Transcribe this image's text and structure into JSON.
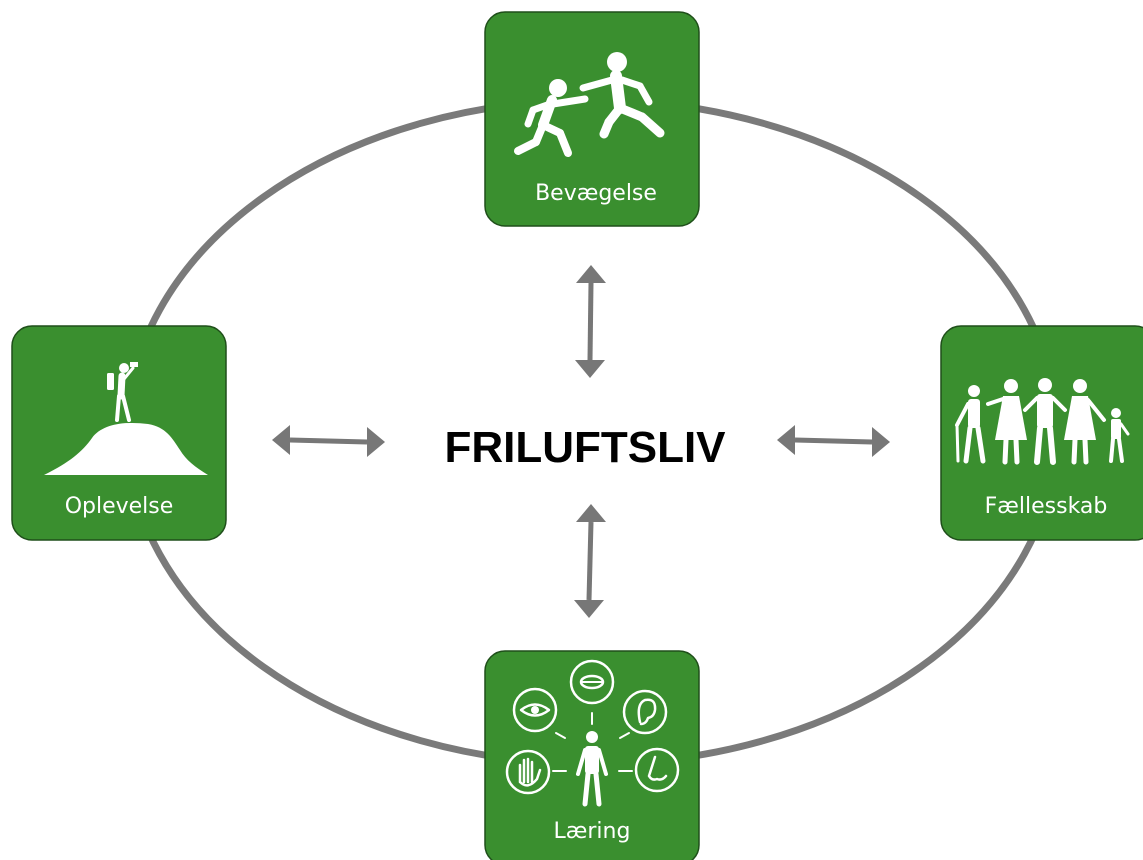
{
  "center": {
    "title": "FRILUFTSLIV"
  },
  "nodes": {
    "top": {
      "label": "Bevægelse",
      "icon": "running-people-icon"
    },
    "left": {
      "label": "Oplevelse",
      "icon": "hiker-on-hill-icon"
    },
    "right": {
      "label": "Fællesskab",
      "icon": "family-group-icon"
    },
    "bottom": {
      "label": "Læring",
      "icon": "five-senses-icon"
    }
  },
  "colors": {
    "box_fill": "#3a8f2f",
    "ellipse": "#7a7a7a",
    "arrow": "#777777",
    "icon": "#ffffff",
    "title": "#000000"
  }
}
